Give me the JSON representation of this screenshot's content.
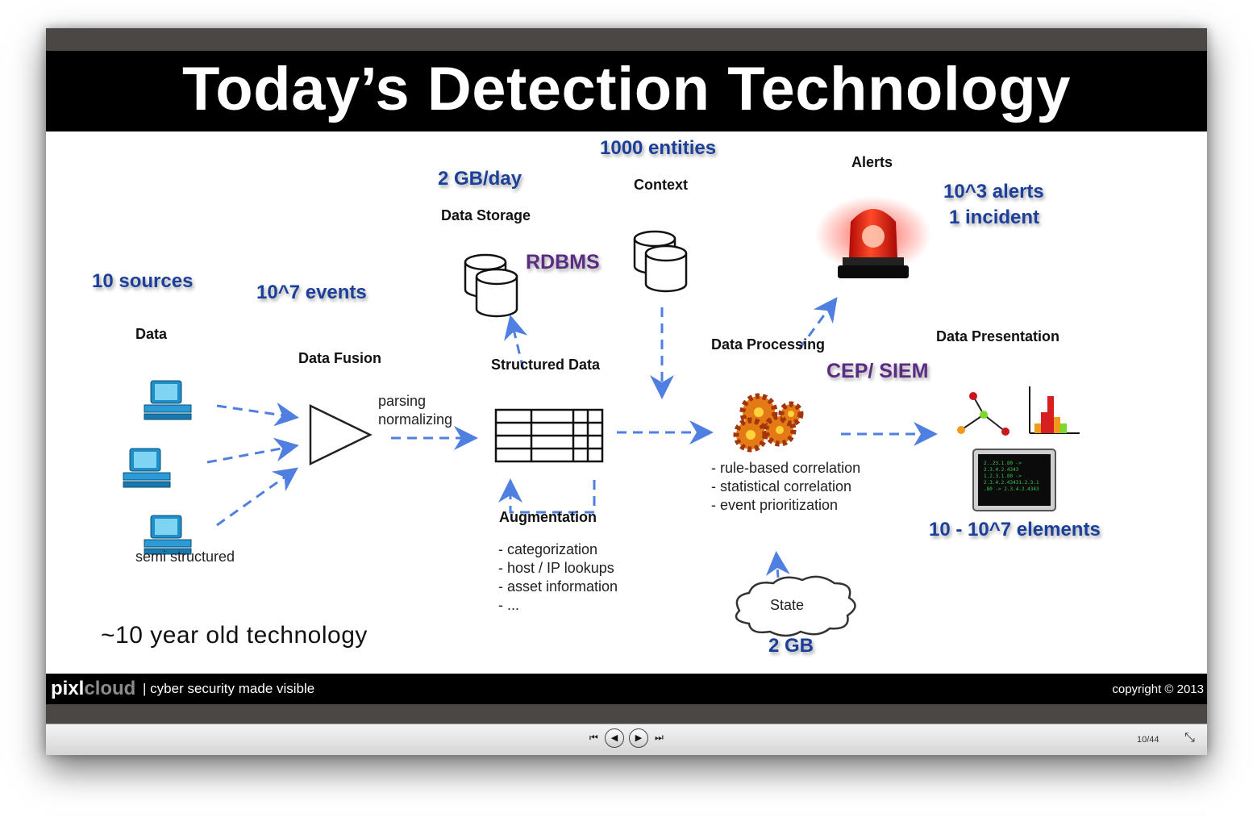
{
  "slide": {
    "title": "Today’s Detection Technology",
    "footer": {
      "brand_part1": "pixl",
      "brand_part2": "cloud",
      "separator": "|",
      "tagline": "cyber security made visible",
      "copyright": "copyright © 2013"
    }
  },
  "diagram": {
    "stats": {
      "sources": "10 sources",
      "events": "10^7 events",
      "gb_day": "2 GB/day",
      "entities": "1000 entities",
      "alerts": "10^3 alerts",
      "incident": "1 incident",
      "elements": "10 - 10^7 elements",
      "state_size": "2 GB"
    },
    "labels": {
      "data": "Data",
      "semi": "semi structured",
      "fusion": "Data Fusion",
      "parsing": "parsing",
      "normalizing": "normalizing",
      "storage": "Data Storage",
      "rdbms": "RDBMS",
      "context": "Context",
      "structured": "Structured Data",
      "augmentation": "Augmentation",
      "processing": "Data Processing",
      "cep": "CEP/ SIEM",
      "alerts": "Alerts",
      "presentation": "Data Presentation",
      "state": "State",
      "old_tech": "~10 year old technology"
    },
    "augmentation_items": [
      "- categorization",
      "- host / IP lookups",
      "- asset information",
      "- ..."
    ],
    "processing_items": [
      "- rule-based correlation",
      "- statistical correlation",
      "- event prioritization"
    ],
    "screen_lines": [
      "2..23.1.80 ->",
      "2.3.4.2.4343",
      "1.2.3.1.80 ->",
      "2.3.4.2.43431.2.3.1",
      ".80 -> 2.3.4.2.4343"
    ],
    "colors": {
      "stat_blue": "#1b3f9a",
      "purple": "#5b2c83",
      "arrow_blue": "#4f7fe0",
      "alert_red": "#d9140e"
    }
  },
  "controls": {
    "first_icon": "⏮",
    "prev_icon": "◀",
    "next_icon": "▶",
    "last_icon": "⏭",
    "page_indicator": "10/44",
    "fullscreen_icon": "⤡"
  }
}
